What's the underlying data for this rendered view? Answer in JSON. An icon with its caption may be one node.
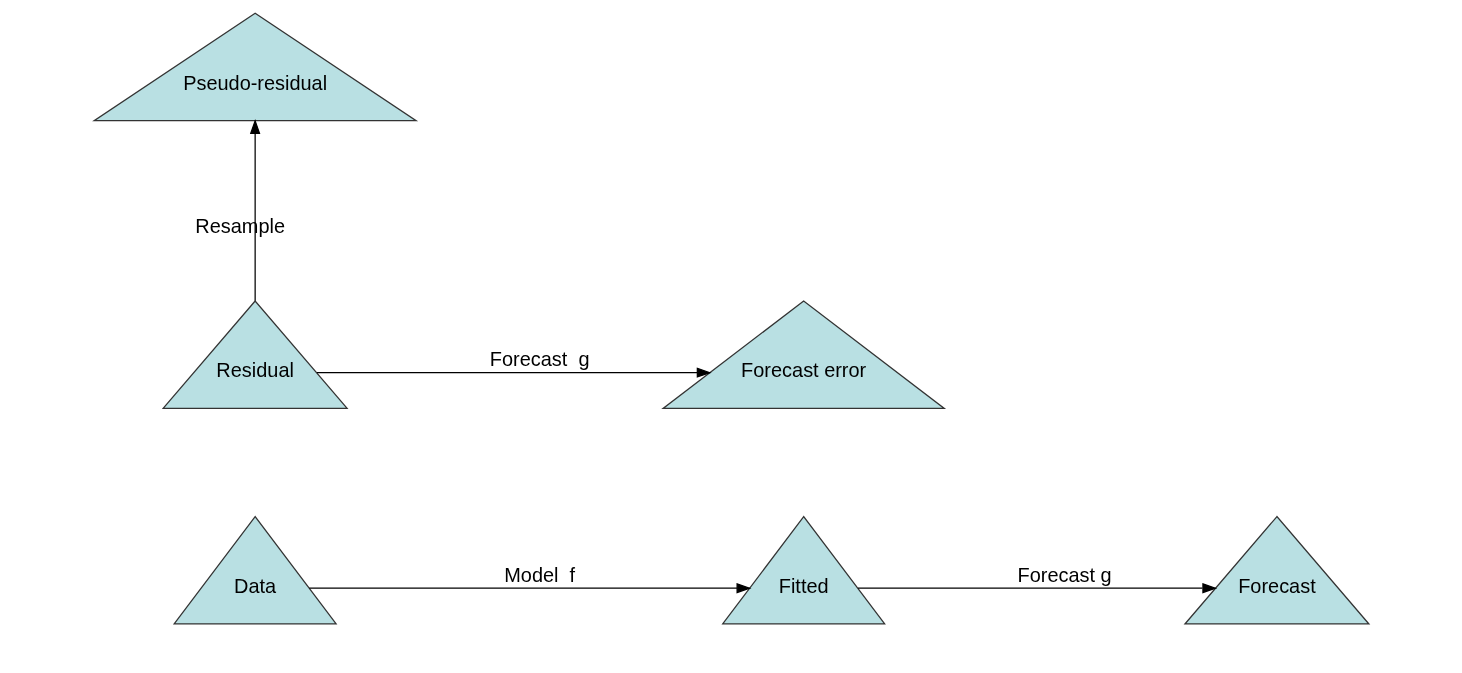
{
  "diagram": {
    "nodes": [
      {
        "text": [
          "Data"
        ]
      },
      {
        "text": [
          "Fitted"
        ]
      },
      {
        "text": [
          "Forecast"
        ]
      },
      {
        "text": [
          "Pseudo-residual"
        ]
      },
      {
        "text": [
          "Residual"
        ]
      },
      {
        "text": [
          "Forecast error"
        ]
      }
    ],
    "edges": [
      {
        "from": 0,
        "to": 1,
        "arrow": "to",
        "label": "Model  f"
      },
      {
        "from": 1,
        "to": 2,
        "arrow": "to",
        "label": "Forecast g"
      },
      {
        "from": 4,
        "to": 3,
        "arrow": "to",
        "label": "Resample"
      },
      {
        "from": 4,
        "to": 5,
        "arrow": "to",
        "label": "Forecast  g"
      }
    ]
  }
}
